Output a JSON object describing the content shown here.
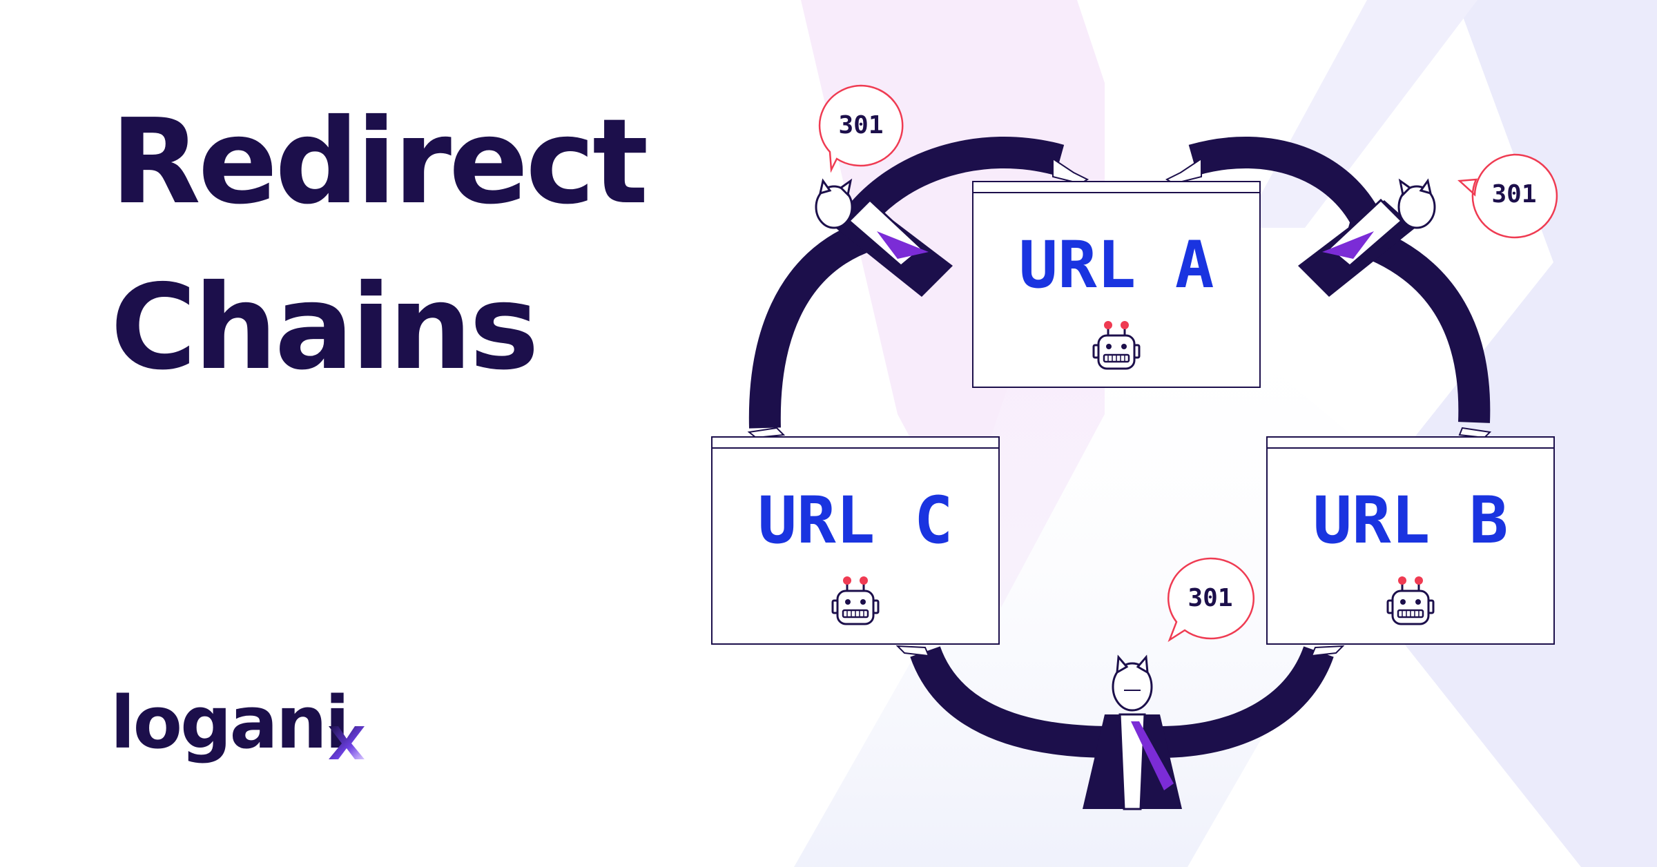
{
  "headline": {
    "line1": "Redirect",
    "line2": "Chains"
  },
  "logo": {
    "text": "logani"
  },
  "windows": [
    {
      "label": "URL A"
    },
    {
      "label": "URL B"
    },
    {
      "label": "URL C"
    }
  ],
  "status_bubbles": [
    {
      "code": "301"
    },
    {
      "code": "301"
    },
    {
      "code": "301"
    }
  ],
  "icons": {
    "robot": "robot-icon",
    "cat": "cat-character-icon",
    "speech": "speech-bubble-icon"
  },
  "colors": {
    "navy": "#1c0f4b",
    "url_blue": "#1a34e0",
    "bubble_red": "#ef3b52",
    "tie_purple": "#7b2cd6",
    "bg_pink": "#f6e6fb",
    "bg_lavender": "#e6e6fb"
  }
}
